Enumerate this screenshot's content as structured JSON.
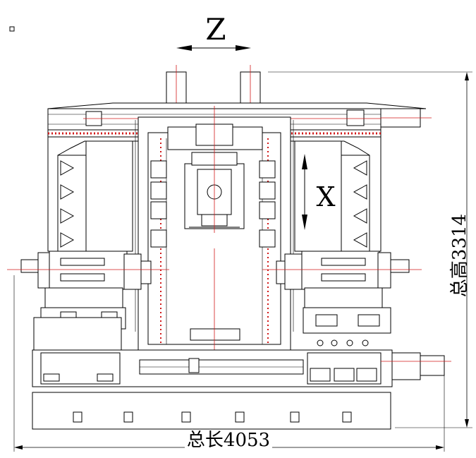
{
  "labels": {
    "z_axis": "Z",
    "x_axis": "X",
    "total_height": "总高3314",
    "total_length": "总长4053"
  }
}
